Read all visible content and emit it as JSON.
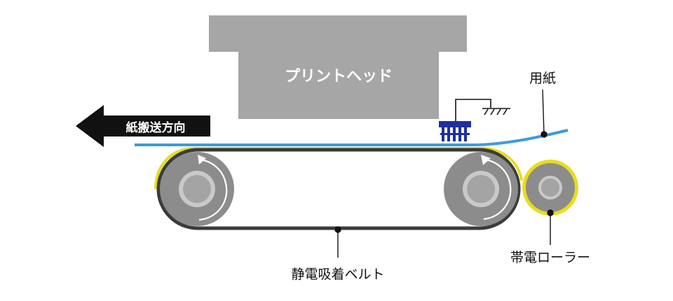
{
  "labels": {
    "print_head": "プリントヘッド",
    "transport_direction": "紙搬送方向",
    "paper": "用紙",
    "belt": "静電吸着ベルト",
    "charging_roller": "帯電ローラー"
  },
  "colors": {
    "head_gray": "#a6a6a6",
    "paper_blue": "#3f9bd8",
    "charge_yellow": "#e8dd1e",
    "belt_dark": "#3b3b3b",
    "roller_gray": "#8c8c8c",
    "brush_blue": "#1f2f9e",
    "arrow_black": "#111111"
  }
}
